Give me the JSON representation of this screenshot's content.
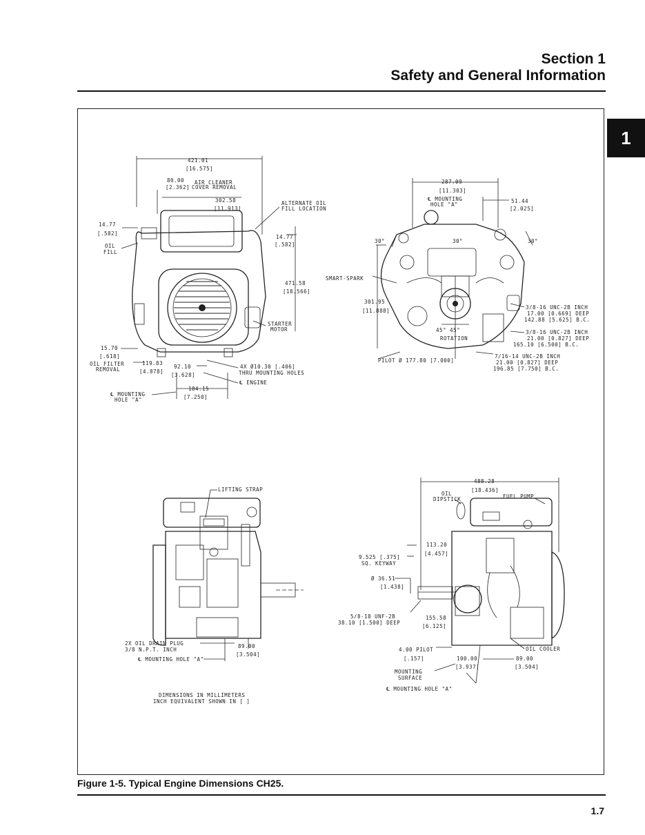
{
  "header": {
    "section_number": "Section 1",
    "section_title": "Safety and General Information",
    "tab_number": "1"
  },
  "figure": {
    "caption": "Figure 1-5. Typical Engine Dimensions CH25.",
    "front_view": {
      "d_421": "421.01",
      "d_421_in": "[16.575]",
      "d_80": "80.00",
      "air_cleaner": "AIR CLEANER",
      "d_80_in": "[2.362]",
      "cover_removal": "COVER REMOVAL",
      "d_302": "302.58",
      "d_302_in": "[11.913]",
      "alt_oil": "ALTERNATE OIL",
      "fill_loc": "FILL LOCATION",
      "d_1477_l": "14.77",
      "d_1477_l_in": "[.582]",
      "oil": "OIL",
      "fill": "FILL",
      "d_1477_r": "14.77",
      "d_1477_r_in": "[.582]",
      "d_471": "471.58",
      "d_471_in": "[18.566]",
      "starter": "STARTER",
      "motor": "MOTOR",
      "d_1570": "15.70",
      "d_1570_in": "[.618]",
      "oil_filter": "OIL FILTER",
      "removal": "REMOVAL",
      "d_11983": "119.83",
      "d_11983_in": "[4.878]",
      "d_9210": "92.10",
      "d_9210_in": "[3.628]",
      "holes_1": "4X Ø10.30 [.406]",
      "holes_2": "THRU MOUNTING HOLES",
      "cl_engine": "℄ ENGINE",
      "d_18415": "184.15",
      "d_18415_in": "[7.250]",
      "cl_mount_1": "℄ MOUNTING",
      "cl_mount_2": "HOLE \"A\""
    },
    "rear_view": {
      "d_287": "287.09",
      "d_287_in": "[11.303]",
      "cl_mount_1": "℄ MOUNTING",
      "cl_mount_2": "HOLE \"A\"",
      "d_5144": "51.44",
      "d_5144_in": "[2.025]",
      "a30_l": "30°",
      "a30_r": "30°",
      "a30_c": "30°",
      "smart_spark": "SMART-SPARK",
      "d_301": "301.95",
      "d_301_in": "[11.888]",
      "a45": "45°   45°",
      "rotation": "ROTATION",
      "unc1_1": "3/8-16 UNC-2B INCH",
      "unc1_2": "17.00 [0.669] DEEP",
      "unc1_3": "142.88 [5.625] B.C.",
      "unc2_1": "3/8-16 UNC-2B INCH",
      "unc2_2": "21.00 [0.827] DEEP",
      "unc2_3": "165.10 [6.500] B.C.",
      "unc3_1": "7/16-14 UNC-2B INCH",
      "unc3_2": "21.00 [0.827] DEEP",
      "unc3_3": "196.85 [7.750] B.C.",
      "pilot": "PILOT  Ø  177.80 [7.000]"
    },
    "side_view_left": {
      "lifting_strap": "LIFTING STRAP",
      "drain_1": "2X OIL DRAIN PLUG",
      "drain_2": "3/8 N.P.T. INCH",
      "cl_mount": "℄ MOUNTING HOLE \"A\"",
      "d_89": "89.00",
      "d_89_in": "[3.504]",
      "note_1": "DIMENSIONS IN MILLIMETERS",
      "note_2": "INCH EQUIVALENT SHOWN IN [ ]"
    },
    "side_view_right": {
      "d_488": "488.28",
      "d_488_in": "[18.436]",
      "oil_dipstick_1": "OIL",
      "oil_dipstick_2": "DIPSTICK",
      "fuel_pump": "FUEL PUMP",
      "d_11320": "113.20",
      "d_11320_in": "[4.457]",
      "keyway_1": "9.525 [.375]",
      "keyway_2": "SQ. KEYWAY",
      "d_3651": "Ø 36.51",
      "d_3651_in": "[1.438]",
      "unf_1": "5/8-18 UNF-2B",
      "unf_2": "38.10 [1.500] DEEP",
      "d_15558": "155.58",
      "d_15558_in": "[6.125]",
      "pilot_1": "4.00 PILOT",
      "pilot_2": "[.157]",
      "oil_cooler": "OIL COOLER",
      "d_100": "100.00",
      "d_100_in": "[3.937]",
      "d_89": "89.00",
      "d_89_in": "[3.504]",
      "mount_surface_1": "MOUNTING",
      "mount_surface_2": "SURFACE",
      "cl_mount": "℄ MOUNTING HOLE \"A\""
    }
  },
  "footer": {
    "page_number": "1.7"
  }
}
